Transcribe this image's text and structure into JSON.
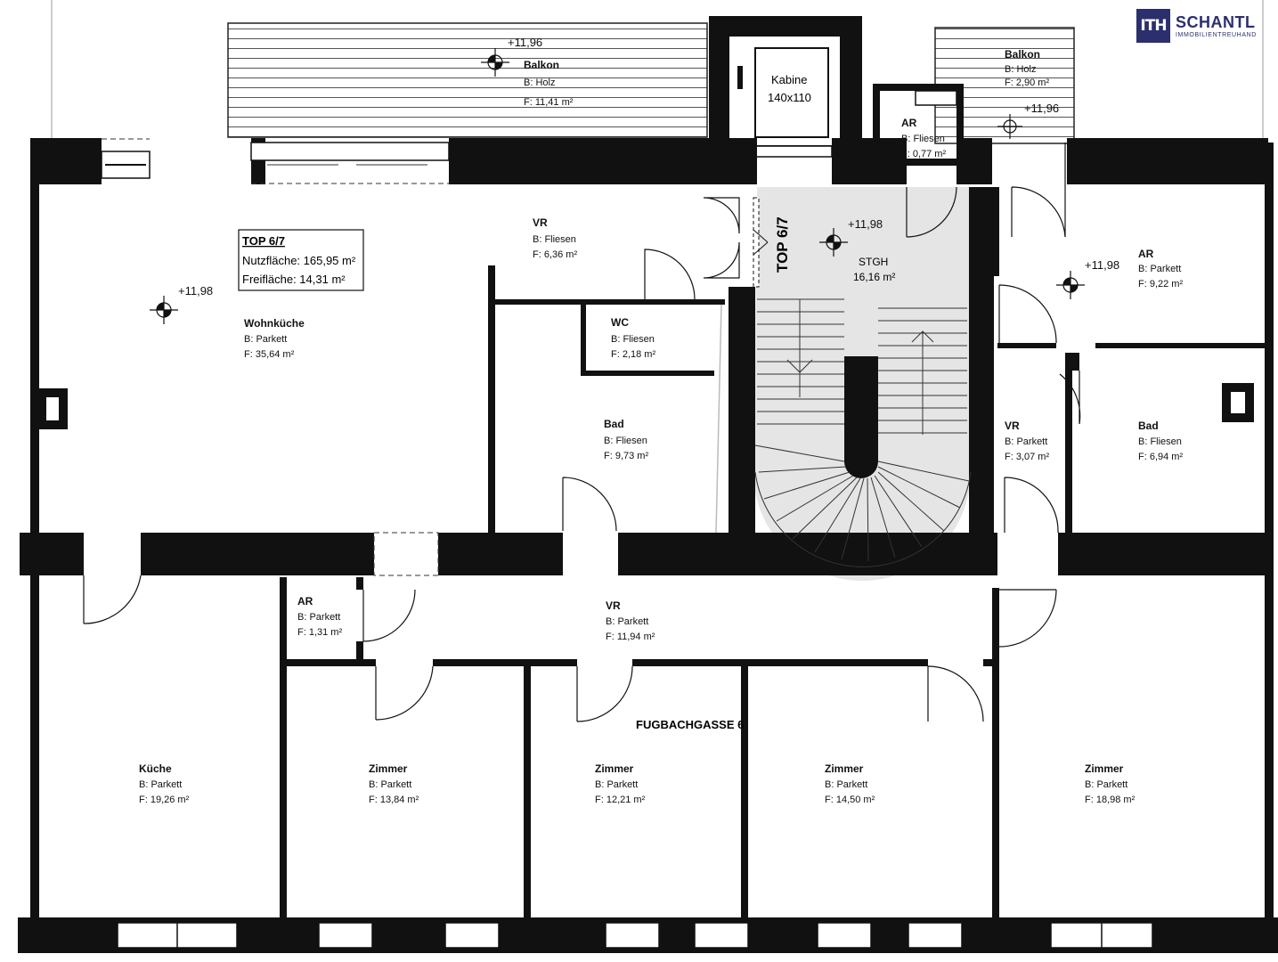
{
  "logo": {
    "mark": "ITH",
    "name": "SCHANTL",
    "tagline": "IMMOBILIENTREUHAND"
  },
  "unit": {
    "title": "TOP 6/7",
    "nutzflaeche": "Nutzfläche: 165,95 m²",
    "freiflaeche": "Freifläche:  14,31 m²"
  },
  "stair_label": "TOP 6/7",
  "street": "FUGBACHGASSE 6",
  "elevations": {
    "balcony_left": "+11,96",
    "balcony_right": "+11,96",
    "living": "+11,98",
    "stair": "+11,98",
    "ar_right": "+11,98"
  },
  "rooms": {
    "balkon_left": {
      "name": "Balkon",
      "floor": "B: Holz",
      "area": "F: 11,41 m²"
    },
    "kabine": {
      "name": "Kabine",
      "size": "140x110"
    },
    "ar_top": {
      "name": "AR",
      "floor": "B: Fliesen",
      "area": "F: 0,77 m²"
    },
    "balkon_right": {
      "name": "Balkon",
      "floor": "B: Holz",
      "area": "F: 2,90 m²"
    },
    "vr_top": {
      "name": "VR",
      "floor": "B: Fliesen",
      "area": "F: 6,36 m²"
    },
    "stgh": {
      "name": "STGH",
      "area": "16,16 m²"
    },
    "ar_right": {
      "name": "AR",
      "floor": "B: Parkett",
      "area": "F: 9,22 m²"
    },
    "wohnkueche": {
      "name": "Wohnküche",
      "floor": "B: Parkett",
      "area": "F: 35,64 m²"
    },
    "wc": {
      "name": "WC",
      "floor": "B: Fliesen",
      "area": "F: 2,18 m²"
    },
    "bad_left": {
      "name": "Bad",
      "floor": "B: Fliesen",
      "area": "F: 9,73 m²"
    },
    "vr_right": {
      "name": "VR",
      "floor": "B: Parkett",
      "area": "F: 3,07 m²"
    },
    "bad_right": {
      "name": "Bad",
      "floor": "B: Fliesen",
      "area": "F: 6,94 m²"
    },
    "ar_small": {
      "name": "AR",
      "floor": "B: Parkett",
      "area": "F: 1,31 m²"
    },
    "vr_main": {
      "name": "VR",
      "floor": "B: Parkett",
      "area": "F: 11,94 m²"
    },
    "kueche": {
      "name": "Küche",
      "floor": "B: Parkett",
      "area": "F: 19,26 m²"
    },
    "zimmer1": {
      "name": "Zimmer",
      "floor": "B: Parkett",
      "area": "F: 13,84 m²"
    },
    "zimmer2": {
      "name": "Zimmer",
      "floor": "B: Parkett",
      "area": "F: 12,21 m²"
    },
    "zimmer3": {
      "name": "Zimmer",
      "floor": "B: Parkett",
      "area": "F: 14,50 m²"
    },
    "zimmer4": {
      "name": "Zimmer",
      "floor": "B: Parkett",
      "area": "F: 18,98 m²"
    }
  }
}
